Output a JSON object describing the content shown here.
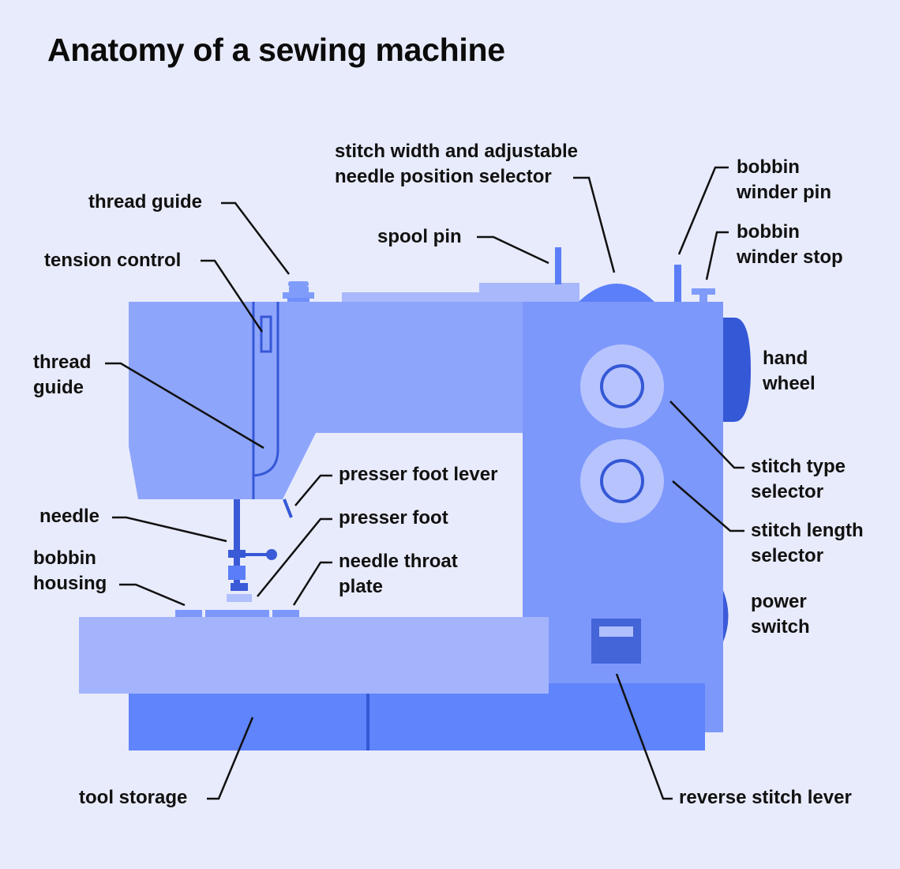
{
  "title": "Anatomy of a sewing machine",
  "colors": {
    "background": "#e8ebfb",
    "body_light": "#a3b4fd",
    "body_mid": "#8ea5fc",
    "body_dark": "#5f84fb",
    "accent": "#3a5ad8",
    "leader": "#111111"
  },
  "labels": {
    "thread_guide_top": [
      "thread guide"
    ],
    "tension_control": [
      "tension control"
    ],
    "thread_guide_side": [
      "thread",
      "guide"
    ],
    "needle": [
      "needle"
    ],
    "bobbin_housing": [
      "bobbin",
      "housing"
    ],
    "spool_pin": [
      "spool pin"
    ],
    "stitch_width": [
      "stitch width and adjustable",
      "needle position selector"
    ],
    "bobbin_winder_pin": [
      "bobbin",
      "winder pin"
    ],
    "bobbin_winder_stop": [
      "bobbin",
      "winder stop"
    ],
    "hand_wheel": [
      "hand",
      "wheel"
    ],
    "stitch_type": [
      "stitch type",
      "selector"
    ],
    "stitch_length": [
      "stitch length",
      "selector"
    ],
    "power_switch": [
      "power",
      "switch"
    ],
    "presser_foot_lever": [
      "presser foot lever"
    ],
    "presser_foot": [
      "presser foot"
    ],
    "needle_throat_plate": [
      "needle throat",
      "plate"
    ],
    "tool_storage": [
      "tool storage"
    ],
    "reverse_stitch_lever": [
      "reverse stitch lever"
    ]
  }
}
